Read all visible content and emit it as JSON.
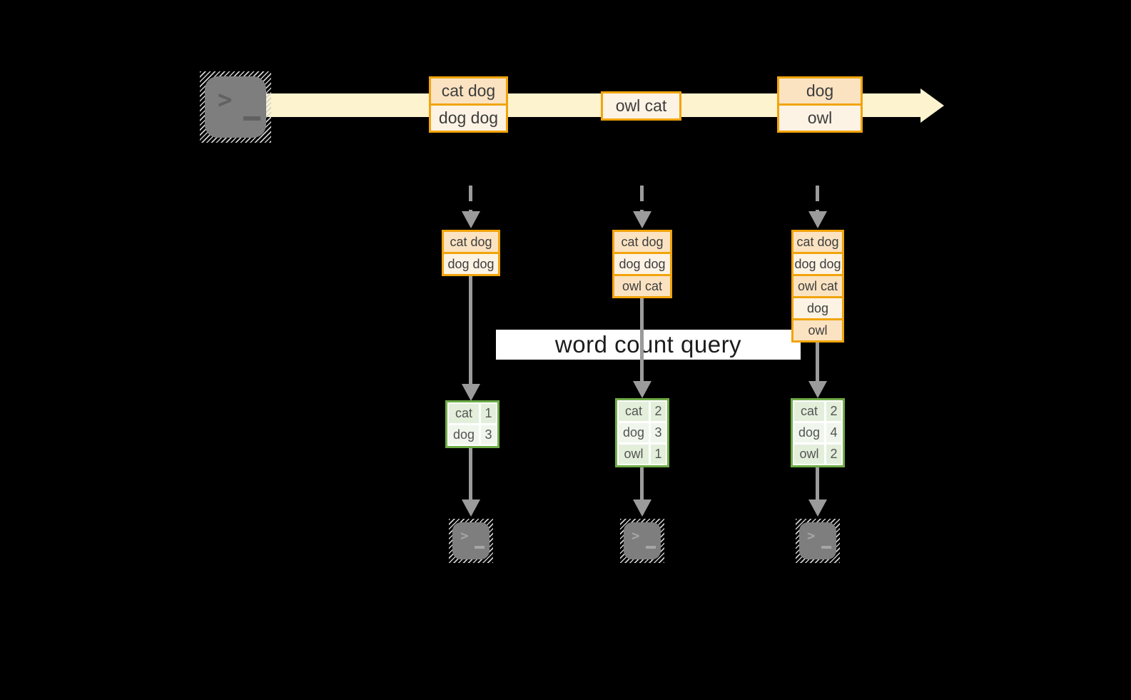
{
  "query_label": "word count query",
  "icons": {
    "prompt": ">"
  },
  "stream": {
    "events": [
      {
        "lines": [
          "cat dog",
          "dog dog"
        ]
      },
      {
        "lines": [
          "owl cat"
        ]
      },
      {
        "lines": [
          "dog",
          "owl"
        ]
      }
    ]
  },
  "columns": [
    {
      "buffer": [
        "cat dog",
        "dog dog"
      ],
      "counts": [
        {
          "word": "cat",
          "value": "1"
        },
        {
          "word": "dog",
          "value": "3"
        }
      ]
    },
    {
      "buffer": [
        "cat dog",
        "dog dog",
        "owl cat"
      ],
      "counts": [
        {
          "word": "cat",
          "value": "2"
        },
        {
          "word": "dog",
          "value": "3"
        },
        {
          "word": "owl",
          "value": "1"
        }
      ]
    },
    {
      "buffer": [
        "cat dog",
        "dog dog",
        "owl cat",
        "dog",
        "owl"
      ],
      "counts": [
        {
          "word": "cat",
          "value": "2"
        },
        {
          "word": "dog",
          "value": "4"
        },
        {
          "word": "owl",
          "value": "2"
        }
      ]
    }
  ],
  "colors": {
    "background": "#000000",
    "stream_arrow": "#fdf3cf",
    "event_border": "#f1a40b",
    "event_fill_dark": "#fbe3c2",
    "event_fill_light": "#fdf3e4",
    "table_border": "#6fad47",
    "table_fill_dark": "#e3efdb",
    "table_fill_light": "#f0f6ec",
    "connector_gray": "#9b9b9b",
    "terminal_gray": "#7e7e7e",
    "label_background": "#ffffff",
    "text_dark": "#3d3d3d"
  }
}
